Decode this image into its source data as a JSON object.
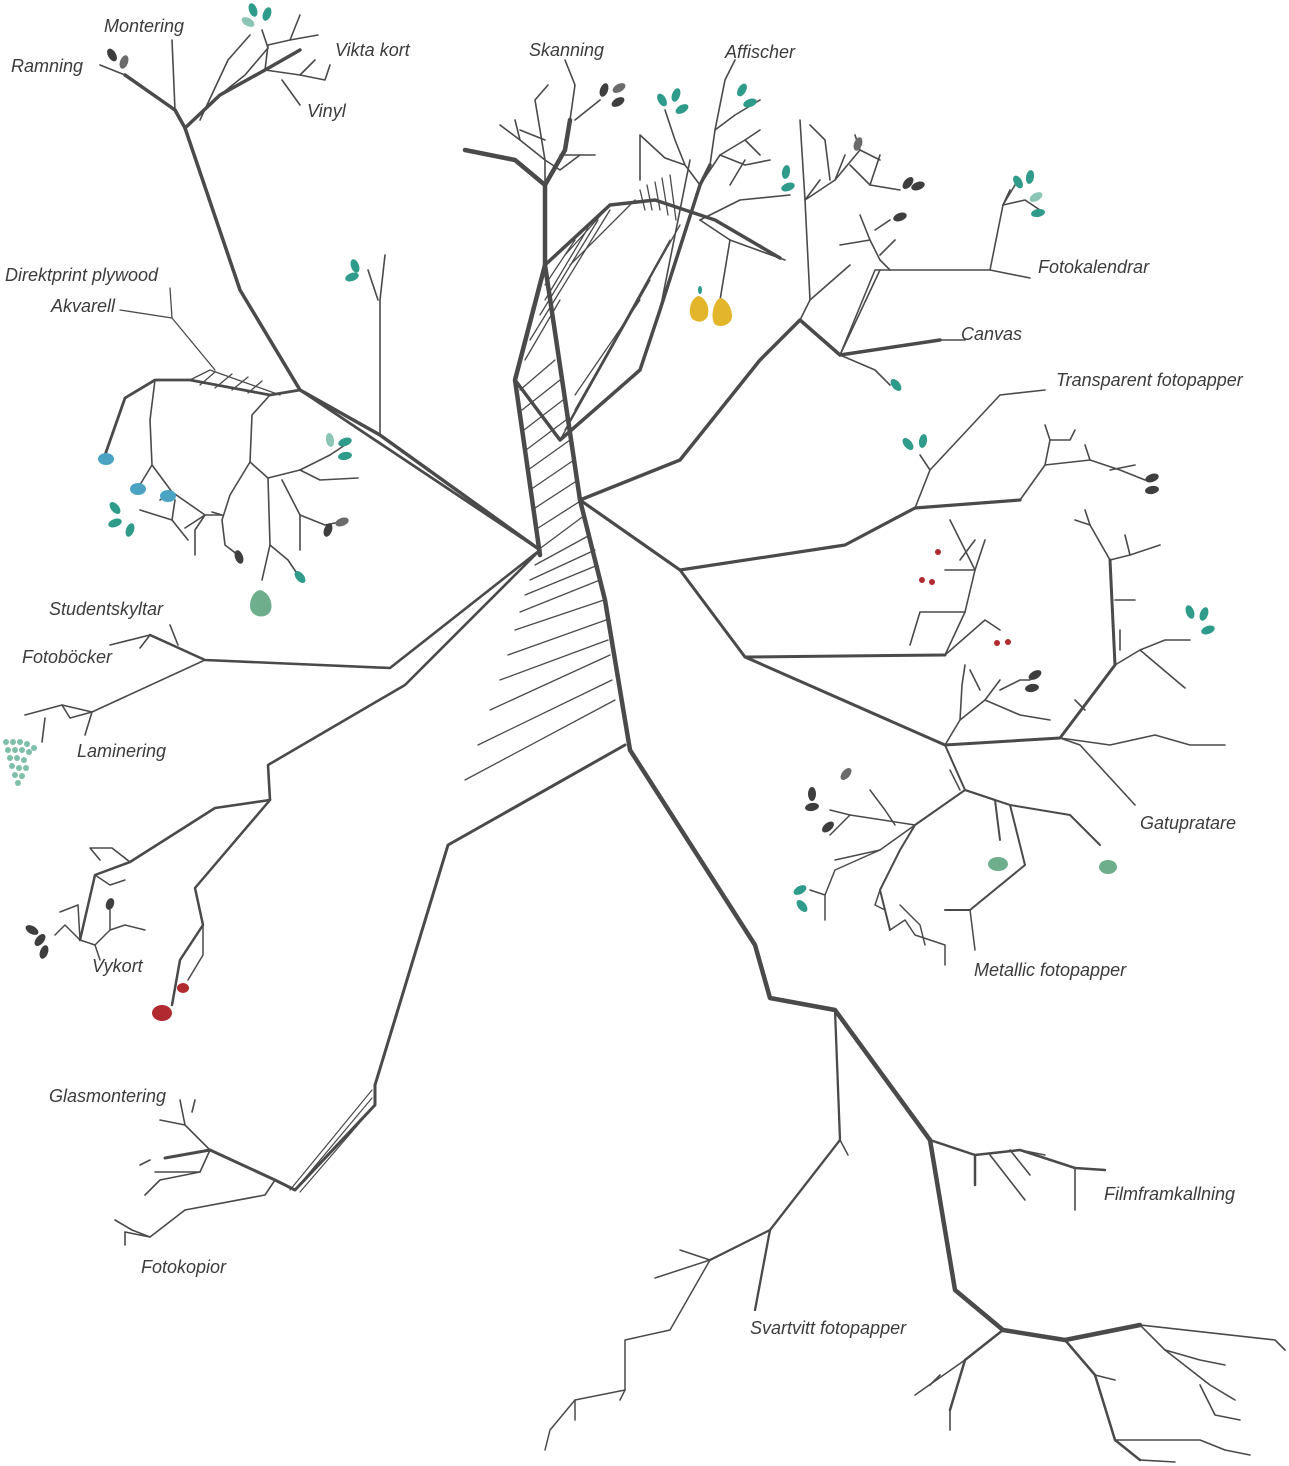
{
  "labels": [
    "Montering",
    "Ramning",
    "Vikta kort",
    "Vinyl",
    "Skanning",
    "Affischer",
    "Fotokalendrar",
    "Canvas",
    "Transparent fotopapper",
    "Direktprint plywood",
    "Akvarell",
    "Studentskyltar",
    "Fotoböcker",
    "Laminering",
    "Gatupratare",
    "Vykort",
    "Metallic fotopapper",
    "Glasmontering",
    "Fotokopior",
    "Filmframkallning",
    "Svartvitt fotopapper"
  ],
  "colors": {
    "branch": "#4a4a4a",
    "leaf_teal": "#2f9b8a",
    "leaf_light": "#8cc5b5",
    "leaf_dark": "#3e3e3e",
    "leaf_grey": "#6b6b6b",
    "pear_yellow": "#e3b52b",
    "pear_green": "#6fae8d",
    "plum_blue": "#4aa3c3",
    "cherry_red": "#b02a30",
    "apple_green": "#6fae8d",
    "grape_green": "#7fbfa8"
  }
}
